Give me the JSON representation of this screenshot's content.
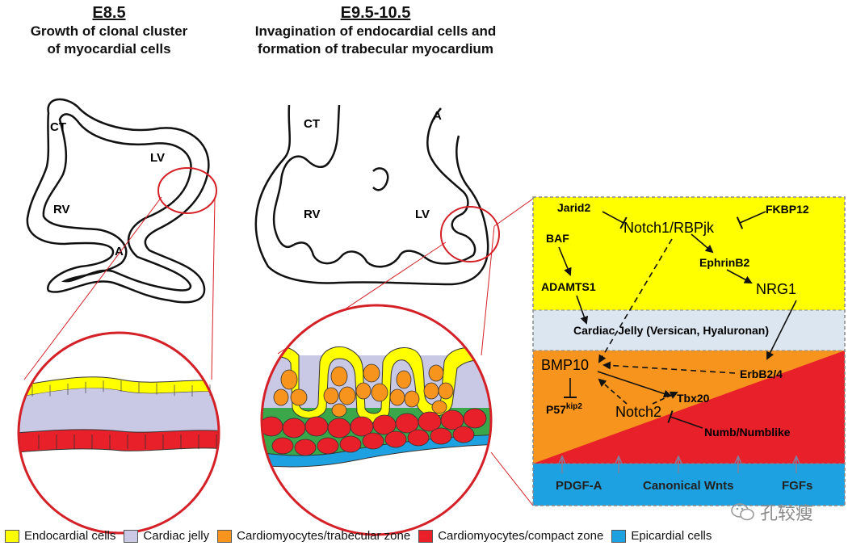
{
  "stages": [
    {
      "heading": "E8.5",
      "line1": "Growth of clonal cluster",
      "line2": "of myocardial cells"
    },
    {
      "heading": "E9.5-10.5",
      "line1": "Invagination of endocardial cells and",
      "line2": "formation of trabecular myocardium"
    }
  ],
  "heart_left_labels": {
    "ct": "CT",
    "lv": "LV",
    "rv": "RV",
    "a": "A"
  },
  "heart_right_labels": {
    "ct": "CT",
    "a": "A",
    "rv": "RV",
    "lv": "LV"
  },
  "pathway": {
    "jarid2": "Jarid2",
    "notch1": "Notch1/RBPjk",
    "fkbp12": "FKBP12",
    "baf": "BAF",
    "ephrinb2": "EphrinB2",
    "adamts1": "ADAMTS1",
    "nrg1": "NRG1",
    "cardiac_jelly": "Cardiac Jelly (Versican, Hyaluronan)",
    "bmp10": "BMP10",
    "erbb2": "ErbB2/4",
    "tbx20": "Tbx20",
    "p57": "P57",
    "p57_sup": "kip2",
    "notch2": "Notch2",
    "numb": "Numb/Numblike",
    "pdgfa": "PDGF-A",
    "wnts": "Canonical Wnts",
    "fgfs": "FGFs"
  },
  "legend": [
    {
      "label": "Endocardial cells",
      "color": "#ffff00"
    },
    {
      "label": "Cardiac jelly",
      "color": "#c9c9e6"
    },
    {
      "label": "Cardiomyocytes/trabecular zone",
      "color": "#f7941d"
    },
    {
      "label": "Cardiomyocytes/compact zone",
      "color": "#e8202a"
    },
    {
      "label": "Epicardial cells",
      "color": "#1ea1e0"
    }
  ],
  "watermark": {
    "text": "孔较瘦"
  },
  "colors": {
    "endocardial": "#ffff00",
    "jelly": "#c9c9e6",
    "jelly_box": "#dce6f1",
    "trabecular": "#f7941d",
    "compact": "#e8202a",
    "epicardial": "#1ea1e0",
    "outline_red": "#d42027",
    "green_matrix": "#3aa84a"
  }
}
